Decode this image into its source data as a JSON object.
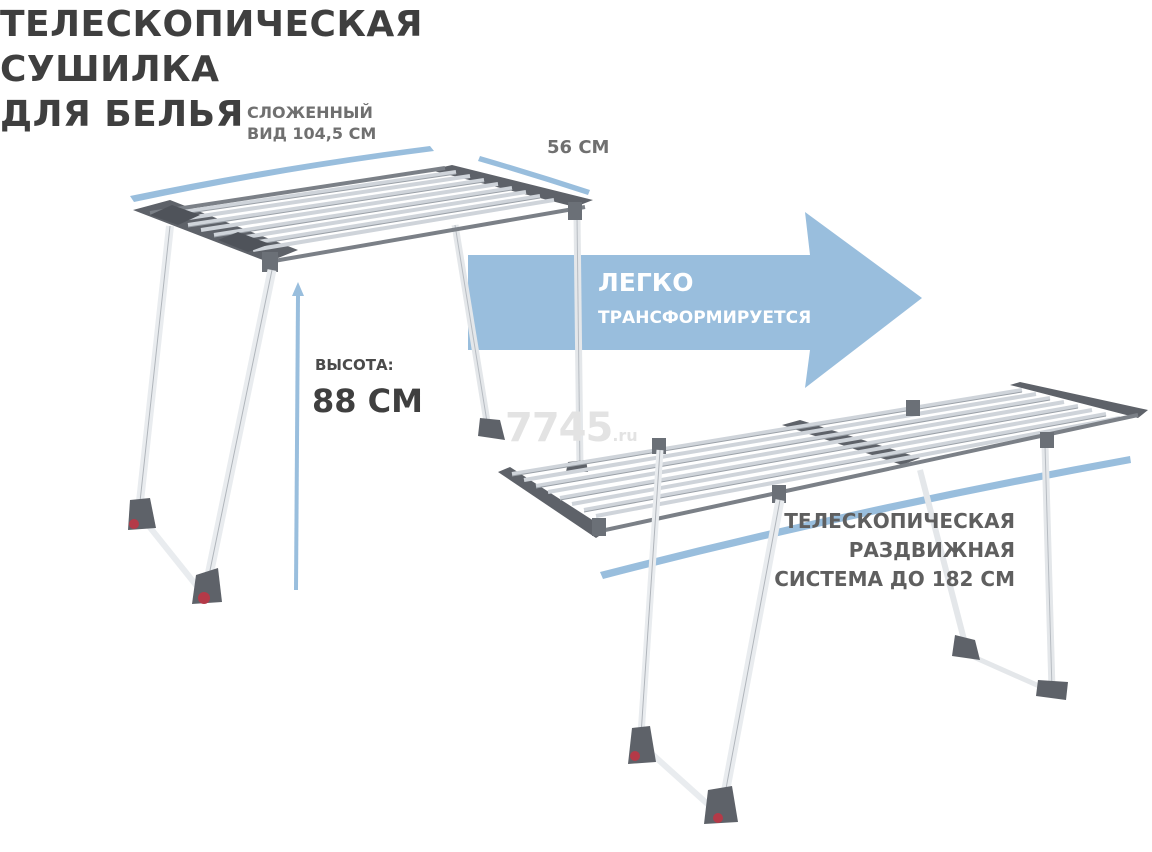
{
  "title_lines": [
    "ТЕЛЕСКОПИЧЕСКАЯ",
    "СУШИЛКА",
    "ДЛЯ БЕЛЬЯ"
  ],
  "folded_label": [
    "СЛОЖЕННЫЙ",
    "ВИД 104,5 СМ"
  ],
  "width_label": "56 СМ",
  "height_caption": "ВЫСОТА:",
  "height_value": "88 СМ",
  "arrow_text": {
    "line1": "ЛЕГКО",
    "line2": "ТРАНСФОРМИРУЕТСЯ"
  },
  "telescopic_label": [
    "ТЕЛЕСКОПИЧЕСКАЯ",
    "РАЗДВИЖНАЯ",
    "СИСТЕМА ДО 182 СМ"
  ],
  "watermark": {
    "main": "7745",
    "suffix": ".ru"
  },
  "colors": {
    "accent_blue": "#99bedd",
    "text_dark": "#3f3f3f",
    "text_gray": "#707070",
    "frame_gray": "#5e6269",
    "rail_silver": "#c9ced4"
  }
}
